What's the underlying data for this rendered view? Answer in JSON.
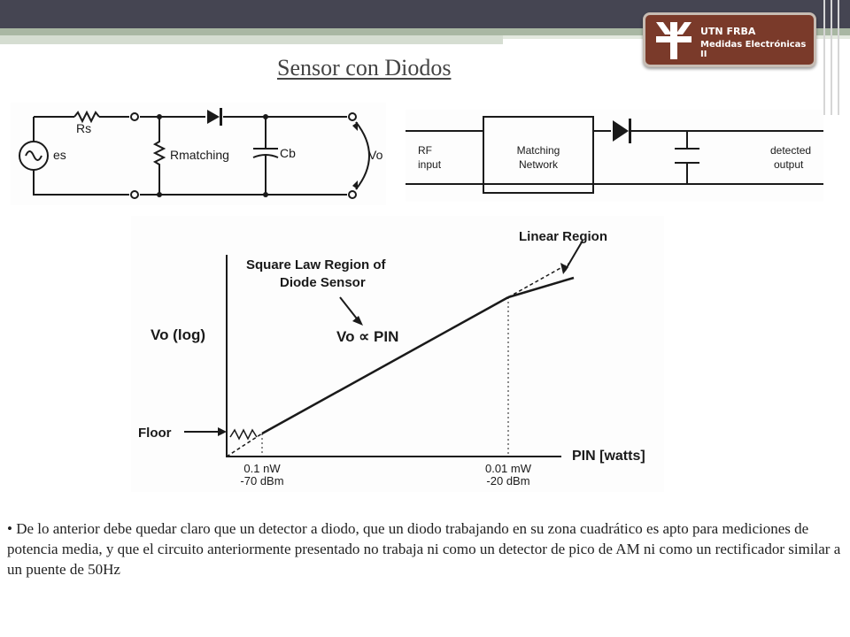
{
  "slide": {
    "title": "Sensor con Diodos",
    "bullet_text": "• De lo anterior debe quedar claro que un detector a diodo, que un diodo trabajando en su zona cuadrático es apto para mediciones de potencia media, y que el circuito anteriormente presentado no trabaja ni como un detector de pico de AM ni como un rectificador similar a un puente de 50Hz"
  },
  "logo": {
    "title": "UTN FRBA",
    "subtitle": "Medidas Electrónicas II"
  },
  "circuit_left": {
    "rs_label": "Rs",
    "es_label": "es",
    "rmatch_label": "Rmatching",
    "cb_label": "Cb",
    "vo_label": "Vo"
  },
  "circuit_right": {
    "rf_label_1": "RF",
    "rf_label_2": "input",
    "box_label_1": "Matching",
    "box_label_2": "Network",
    "out_label_1": "detected",
    "out_label_2": "output"
  },
  "graph": {
    "ylabel": "Vo (log)",
    "xlabel": "PIN [watts]",
    "linear_region": "Linear Region",
    "square_law_1": "Square Law Region of",
    "square_law_2": "Diode Sensor",
    "prop_label": "Vo ∝ PIN",
    "floor_label": "Floor",
    "tick1_top": "0.1 nW",
    "tick1_bottom": "-70 dBm",
    "tick2_top": "0.01 mW",
    "tick2_bottom": "-20 dBm"
  }
}
